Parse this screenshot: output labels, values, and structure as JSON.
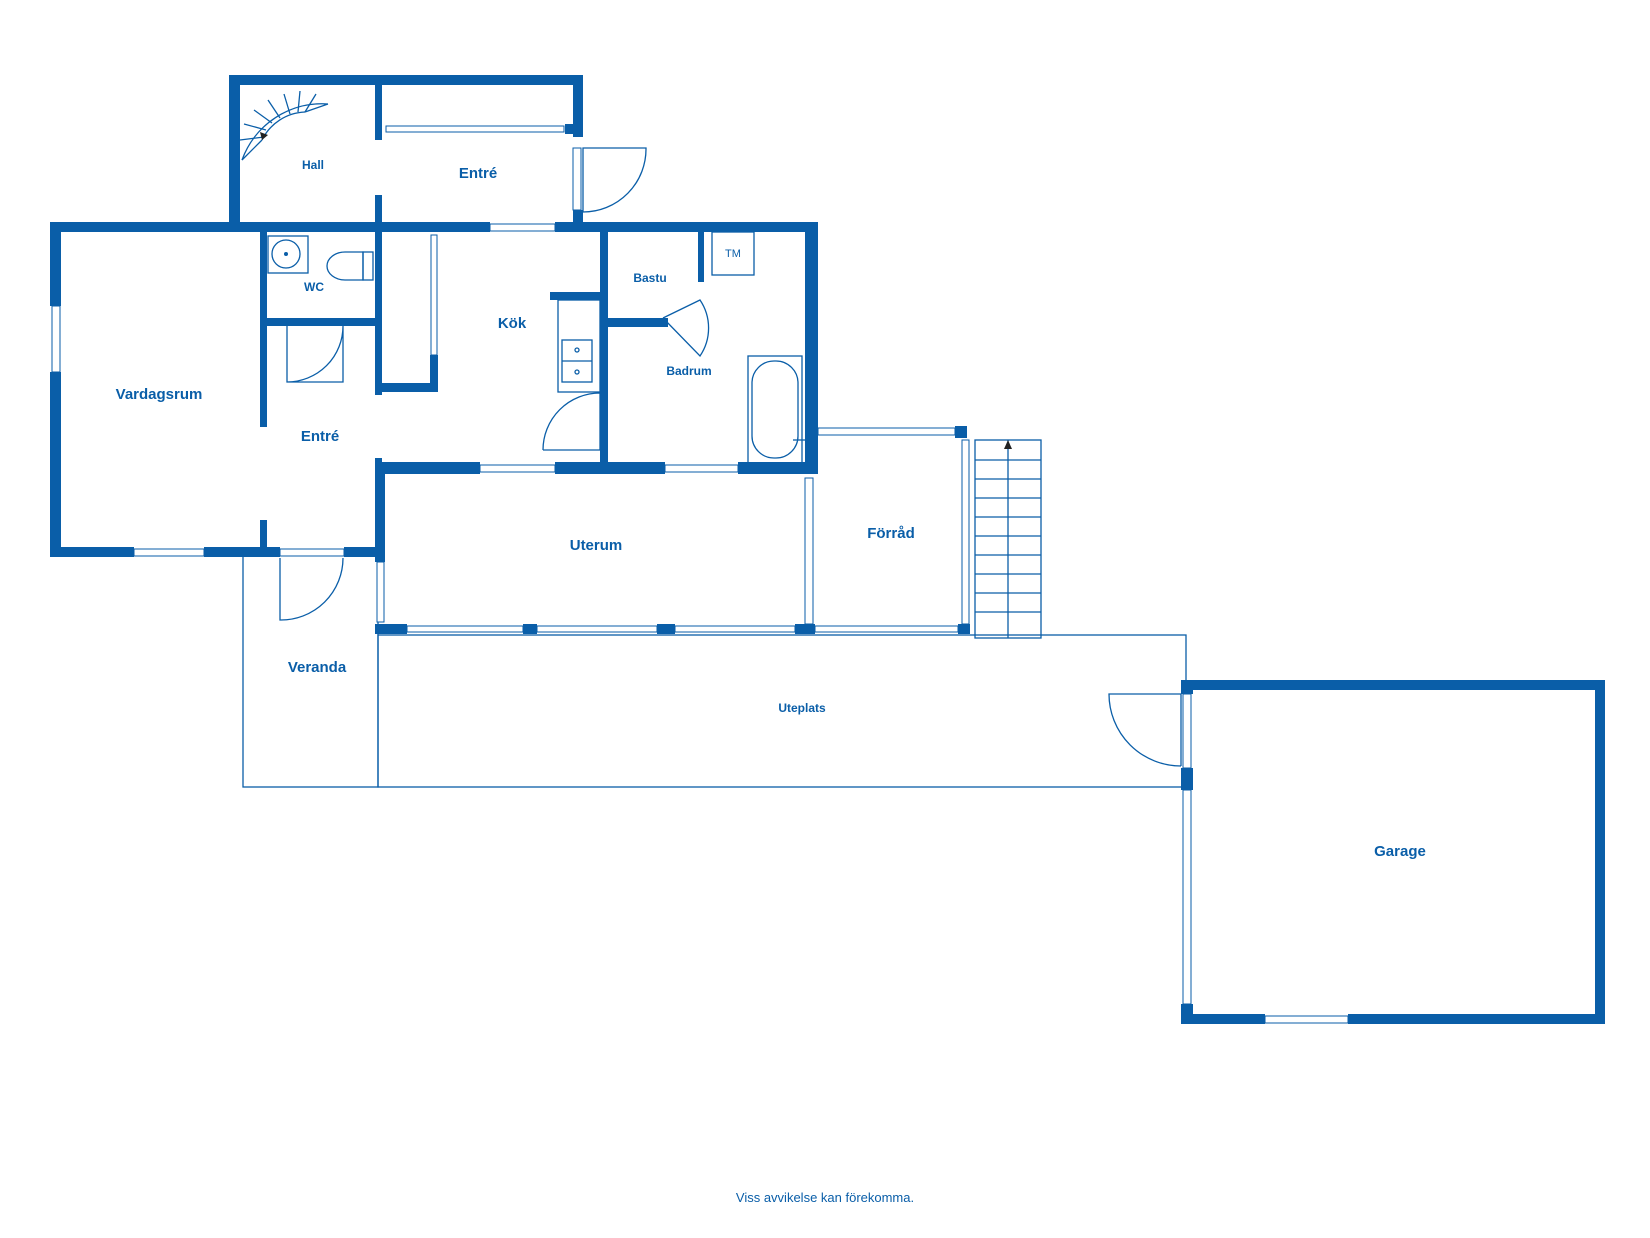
{
  "colors": {
    "wall": "#0a5ea8",
    "background": "#ffffff"
  },
  "rooms": {
    "hall": "Hall",
    "entre_top": "Entré",
    "wc": "WC",
    "kok": "Kök",
    "bastu": "Bastu",
    "tm": "TM",
    "badrum": "Badrum",
    "vardagsrum": "Vardagsrum",
    "entre_mid": "Entré",
    "uterum": "Uterum",
    "forrad": "Förråd",
    "veranda": "Veranda",
    "uteplats": "Uteplats",
    "garage": "Garage"
  },
  "footer_note": "Viss avvikelse kan förekomma."
}
